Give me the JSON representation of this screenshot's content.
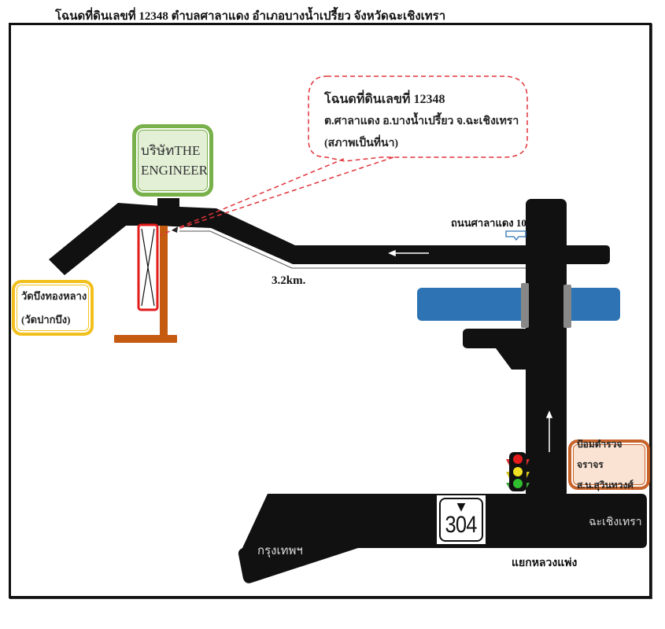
{
  "title": "โฉนดที่ดินเลขที่  12348  ตำบลศาลาแดง  อำเภอบางน้ำเปรี้ยว  จังหวัดฉะเชิงเทรา",
  "callout": {
    "line1": "โฉนดที่ดินเลขที่  12348",
    "line2": "ต.ศาลาแดง  อ.บางน้ำเปรี้ยว  จ.ฉะเชิงเทรา",
    "line3": "(สภาพเป็นที่นา)"
  },
  "landmarks": {
    "company": {
      "line1": "บริษัทTHE",
      "line2": "ENGINEER",
      "color": "#78b04a"
    },
    "temple": {
      "line1": "วัดบึงทองหลาง",
      "line2": "(วัดปากบึง)",
      "color": "#f2c01c"
    },
    "police": {
      "line1": "ป้อมตำรวจจราจร",
      "line2": "ส.น.สุวินทวงศ์",
      "color": "#c8632a"
    }
  },
  "roads": {
    "sala_daeng": "ถนนศาลาแดง 10",
    "distance": "3.2km.",
    "to_bangkok": "กรุงเทพฯ",
    "to_chachoengsao": "ฉะเชิงเทรา",
    "intersection": "แยกหลวงแพ่ง",
    "route_number": "304"
  },
  "colors": {
    "road": "#111111",
    "canal": "#2e74b5",
    "plot_outline": "#e31b1b",
    "side_road": "#c55a11",
    "callout_border": "#e0343a"
  },
  "icons": {
    "route_shield": "garuda-icon",
    "traffic_light": "traffic-light-icon"
  }
}
